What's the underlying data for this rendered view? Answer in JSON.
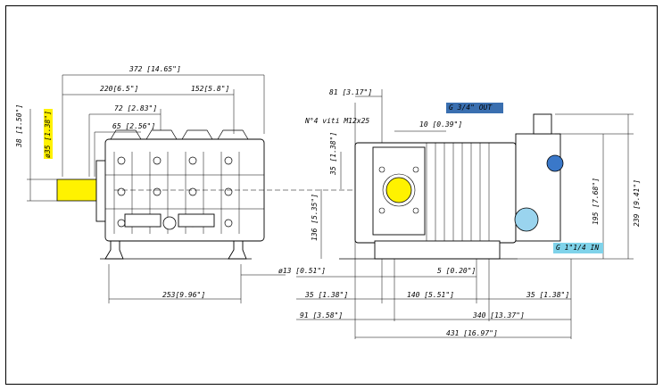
{
  "dimensions": {
    "overall_length": "372 [14.65\"]",
    "len_220": "220[6.5\"]",
    "len_152": "152[5.8\"]",
    "len_72": "72 [2.83\"]",
    "len_65": "65 [2.56\"]",
    "shaft_38": "38 [1.50\"]",
    "shaft_dia": "ø35 [1.38\"]",
    "foot_253": "253[9.96\"]",
    "hole_13": "ø13 [0.51\"]",
    "side_81": "81 [3.17\"]",
    "bolts": "N°4 viti M12x25",
    "side_10": "10 [0.39\"]",
    "side_35_vert": "35 [1.38\"]",
    "side_136": "136 [5.35\"]",
    "side_195": "195 [7.68\"]",
    "side_239": "239 [9.41\"]",
    "side_5": "5 [0.20\"]",
    "side_35_left": "35 [1.38\"]",
    "side_140": "140 [5.51\"]",
    "side_35_right": "35 [1.38\"]",
    "side_91": "91 [3.58\"]",
    "side_340": "340 [13.37\"]",
    "side_431": "431 [16.97\"]"
  },
  "ports": {
    "outlet": "G 3/4\" OUT",
    "inlet": "G 1\"1/4 IN"
  },
  "colors": {
    "outlet_bg": "#3a6fb0",
    "inlet_bg": "#7fd3ea",
    "shaft_highlight": "#fff200",
    "port_blue": "#3a78c9",
    "port_light": "#9ad4ee"
  }
}
